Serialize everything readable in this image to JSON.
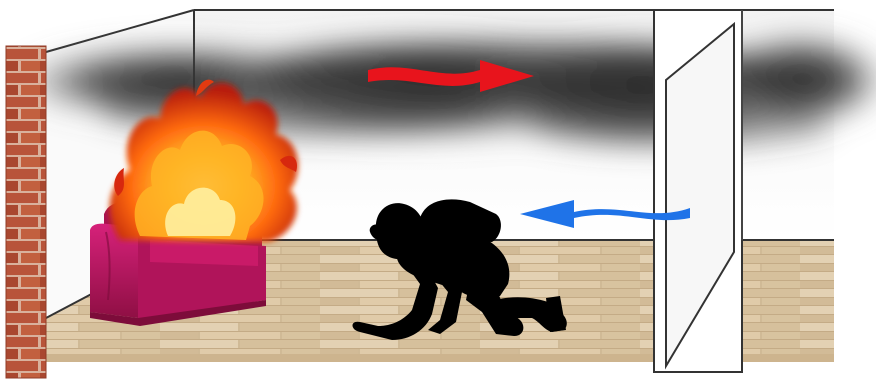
{
  "illustration": {
    "colors": {
      "smoke": "#2a2a2a",
      "fire_core": "#ffd23a",
      "fire_mid": "#ff7a12",
      "fire_outer": "#c8230c",
      "armchair": "#c0185e",
      "brick": "#b8543a",
      "floor": "#dcc7a6",
      "hot_air_arrow": "#e8141c",
      "fresh_air_arrow": "#1f73e8",
      "silhouette": "#000000"
    },
    "icons": {
      "fire": "fire-icon",
      "person": "crawling-firefighter-silhouette",
      "hot_air": "arrow-right-red",
      "fresh_air": "arrow-left-blue"
    }
  }
}
